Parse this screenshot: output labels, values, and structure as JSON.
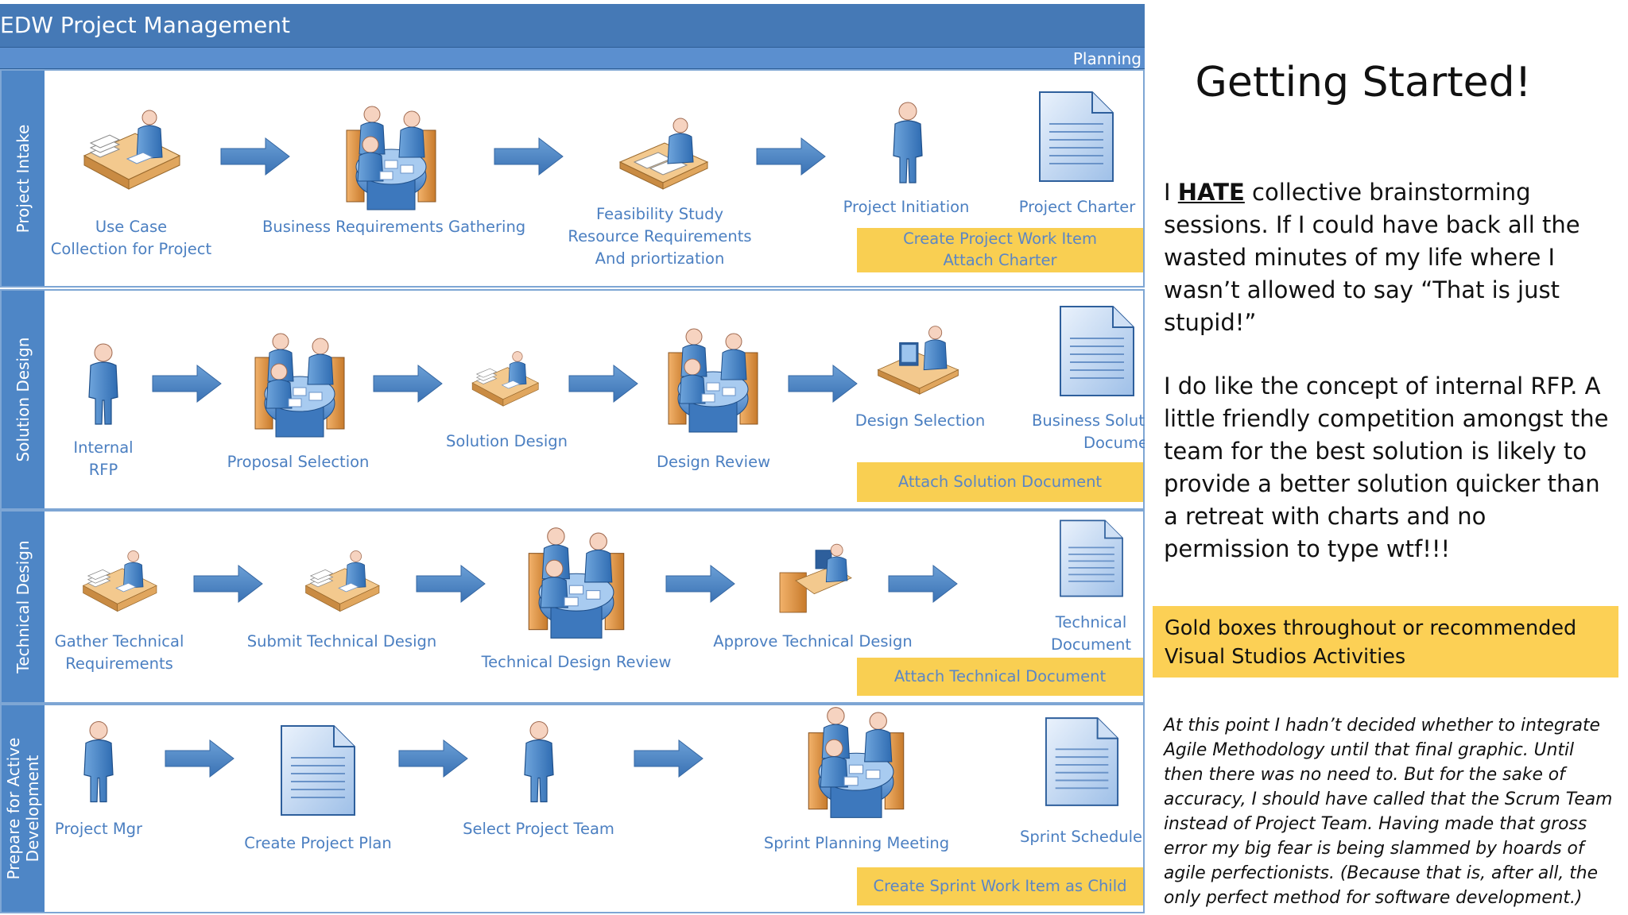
{
  "header": {
    "title": "EDW Project Management",
    "phase": "Planning"
  },
  "lanes": [
    {
      "title": "Project Intake"
    },
    {
      "title": "Solution Design"
    },
    {
      "title": "Technical Design"
    },
    {
      "title": "Prepare for Active\nDevelopment"
    }
  ],
  "intake": {
    "use_case": "Use Case\nCollection for Project",
    "business_req": "Business Requirements Gathering",
    "feasibility": "Feasibility Study\nResource Requirements\nAnd priortization",
    "initiation": "Project Initiation",
    "charter": "Project Charter",
    "gold": "Create Project Work Item\nAttach Charter"
  },
  "solution": {
    "rfp": "Internal\nRFP",
    "proposal": "Proposal Selection",
    "design": "Solution Design",
    "review": "Design Review",
    "selection": "Design Selection",
    "doc": "Business Solution\nDocument",
    "gold": "Attach Solution Document"
  },
  "technical": {
    "gather": "Gather Technical\nRequirements",
    "submit": "Submit  Technical Design",
    "review": "Technical Design Review",
    "approve": "Approve Technical Design",
    "doc": "Technical\nDocument",
    "gold": "Attach Technical Document"
  },
  "prepare": {
    "mgr": "Project Mgr",
    "plan": "Create Project Plan",
    "team": "Select Project Team",
    "sprint_meeting": "Sprint Planning Meeting",
    "schedule": "Sprint Schedule",
    "gold": "Create Sprint Work Item as Child"
  },
  "side": {
    "title": "Getting Started!",
    "p1_pre": "I ",
    "p1_em": "HATE",
    "p1_post": " collective brainstorming sessions.  If I could have back all the wasted minutes of my life where I wasn’t allowed to say “That is just stupid!”",
    "p2": "I do like the concept of internal RFP.  A little friendly competition amongst the team for the best solution is likely to provide a better solution quicker than a retreat with charts and no permission to type wtf!!!",
    "gold": "Gold boxes throughout or recommended Visual Studios Activities",
    "note": "At this point I hadn’t decided whether to integrate Agile Methodology until that final graphic.  Until then there was no need to.  But for the sake of accuracy, I should have called that the Scrum Team instead of Project Team.  Having made that gross error my big fear is being slammed by hoards of agile perfectionists.  (Because that is, after all, the only perfect method for software development.)"
  },
  "colors": {
    "header": "#4579b6",
    "lane_tab": "#4e86c6",
    "gold": "#f9cf52",
    "step_text": "#4b7fc1",
    "arrow": "#4a82c0"
  }
}
